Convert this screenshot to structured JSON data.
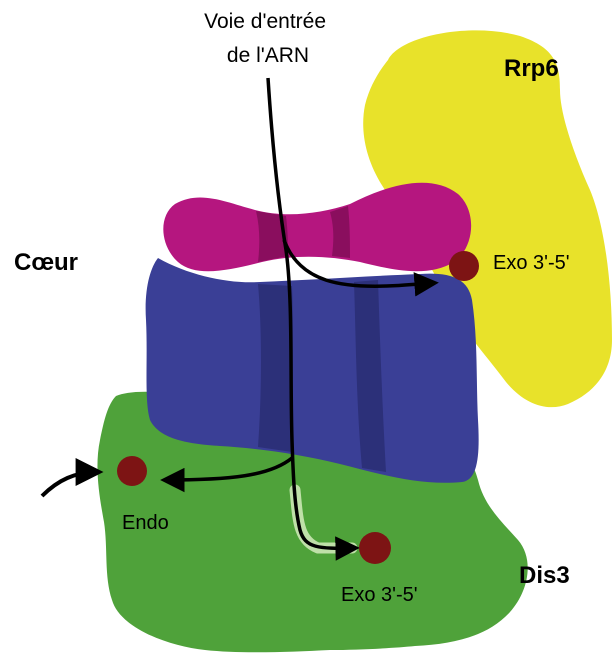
{
  "title_lines": [
    "Voie d'entrée",
    "de l'ARN"
  ],
  "labels": {
    "rrp6": "Rrp6",
    "coeur": "Cœur",
    "dis3": "Dis3",
    "exo_top": "Exo 3'-5'",
    "exo_bottom": "Exo 3'-5'",
    "endo": "Endo"
  },
  "colors": {
    "rrp6": "#e8e22a",
    "cap": "#b5167f",
    "cap_dark": "#8a0e5e",
    "core": "#3a3f96",
    "core_dark": "#2c3079",
    "dis3": "#4fa23a",
    "dis3_light": "#bfe0a8",
    "site": "#7d1414",
    "arrow": "#000000"
  }
}
